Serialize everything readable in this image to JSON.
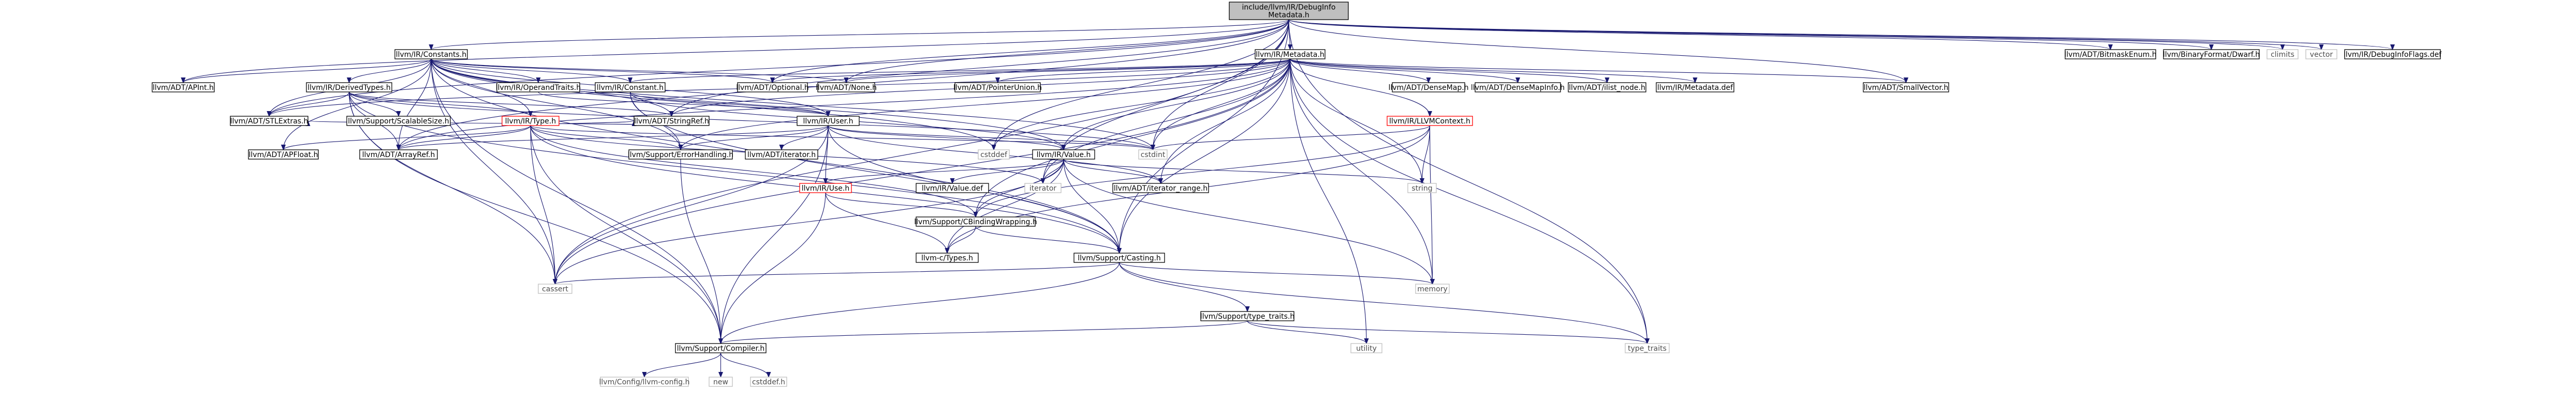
{
  "diagram": {
    "root": "include/llvm/IR/DebugInfoMetadata.h",
    "nodes": [
      {
        "id": "root",
        "label": [
          "include/llvm/IR/DebugInfo",
          "Metadata.h"
        ],
        "style": "root"
      },
      {
        "id": "constants",
        "label": [
          "llvm/IR/Constants.h"
        ],
        "style": "normal"
      },
      {
        "id": "metadata",
        "label": [
          "llvm/IR/Metadata.h"
        ],
        "style": "normal"
      },
      {
        "id": "apint",
        "label": [
          "llvm/ADT/APInt.h"
        ],
        "style": "normal"
      },
      {
        "id": "derivedtypes",
        "label": [
          "llvm/IR/DerivedTypes.h"
        ],
        "style": "normal"
      },
      {
        "id": "operandtraits",
        "label": [
          "llvm/IR/OperandTraits.h"
        ],
        "style": "normal"
      },
      {
        "id": "constant",
        "label": [
          "llvm/IR/Constant.h"
        ],
        "style": "normal"
      },
      {
        "id": "optional",
        "label": [
          "llvm/ADT/Optional.h"
        ],
        "style": "normal"
      },
      {
        "id": "none",
        "label": [
          "llvm/ADT/None.h"
        ],
        "style": "normal"
      },
      {
        "id": "pointerunion",
        "label": [
          "llvm/ADT/PointerUnion.h"
        ],
        "style": "normal"
      },
      {
        "id": "densemap",
        "label": [
          "llvm/ADT/DenseMap.h"
        ],
        "style": "normal"
      },
      {
        "id": "densemapinfo",
        "label": [
          "llvm/ADT/DenseMapInfo.h"
        ],
        "style": "normal"
      },
      {
        "id": "ilist",
        "label": [
          "llvm/ADT/ilist_node.h"
        ],
        "style": "normal"
      },
      {
        "id": "metadatadef",
        "label": [
          "llvm/IR/Metadata.def"
        ],
        "style": "normal"
      },
      {
        "id": "smallvector",
        "label": [
          "llvm/ADT/SmallVector.h"
        ],
        "style": "normal"
      },
      {
        "id": "bitmask",
        "label": [
          "llvm/ADT/BitmaskEnum.h"
        ],
        "style": "normal"
      },
      {
        "id": "dwarf",
        "label": [
          "llvm/BinaryFormat/Dwarf.h"
        ],
        "style": "normal"
      },
      {
        "id": "climits",
        "label": [
          "climits"
        ],
        "style": "std"
      },
      {
        "id": "vector",
        "label": [
          "vector"
        ],
        "style": "std"
      },
      {
        "id": "diflags",
        "label": [
          "llvm/IR/DebugInfoFlags.def"
        ],
        "style": "normal"
      },
      {
        "id": "stlextras",
        "label": [
          "llvm/ADT/STLExtras.h"
        ],
        "style": "normal"
      },
      {
        "id": "scalable",
        "label": [
          "llvm/Support/ScalableSize.h"
        ],
        "style": "normal"
      },
      {
        "id": "stringref",
        "label": [
          "llvm/ADT/StringRef.h"
        ],
        "style": "normal"
      },
      {
        "id": "irtype",
        "label": [
          "llvm/IR/Type.h"
        ],
        "style": "red"
      },
      {
        "id": "user",
        "label": [
          "llvm/IR/User.h"
        ],
        "style": "normal"
      },
      {
        "id": "llvmcontext",
        "label": [
          "llvm/IR/LLVMContext.h"
        ],
        "style": "red"
      },
      {
        "id": "cstdint",
        "label": [
          "cstdint"
        ],
        "style": "std"
      },
      {
        "id": "apfloat",
        "label": [
          "llvm/ADT/APFloat.h"
        ],
        "style": "normal"
      },
      {
        "id": "arrayref",
        "label": [
          "llvm/ADT/ArrayRef.h"
        ],
        "style": "normal"
      },
      {
        "id": "errorhandling",
        "label": [
          "llvm/Support/ErrorHandling.h"
        ],
        "style": "normal"
      },
      {
        "id": "iteratorh",
        "label": [
          "llvm/ADT/iterator.h"
        ],
        "style": "normal"
      },
      {
        "id": "cstddef",
        "label": [
          "cstddef"
        ],
        "style": "std"
      },
      {
        "id": "value",
        "label": [
          "llvm/IR/Value.h"
        ],
        "style": "normal"
      },
      {
        "id": "string",
        "label": [
          "string"
        ],
        "style": "std"
      },
      {
        "id": "use",
        "label": [
          "llvm/IR/Use.h"
        ],
        "style": "red"
      },
      {
        "id": "valuedef",
        "label": [
          "llvm/IR/Value.def"
        ],
        "style": "normal"
      },
      {
        "id": "iterator",
        "label": [
          "iterator"
        ],
        "style": "std"
      },
      {
        "id": "iterrange",
        "label": [
          "llvm/ADT/iterator_range.h"
        ],
        "style": "normal"
      },
      {
        "id": "cbinding",
        "label": [
          "llvm/Support/CBindingWrapping.h"
        ],
        "style": "normal"
      },
      {
        "id": "ctypes",
        "label": [
          "llvm-c/Types.h"
        ],
        "style": "normal"
      },
      {
        "id": "casting",
        "label": [
          "llvm/Support/Casting.h"
        ],
        "style": "normal"
      },
      {
        "id": "memory",
        "label": [
          "memory"
        ],
        "style": "std"
      },
      {
        "id": "cassert",
        "label": [
          "cassert"
        ],
        "style": "std"
      },
      {
        "id": "typetraitsh",
        "label": [
          "llvm/Support/type_traits.h"
        ],
        "style": "normal"
      },
      {
        "id": "compiler",
        "label": [
          "llvm/Support/Compiler.h"
        ],
        "style": "normal"
      },
      {
        "id": "utility",
        "label": [
          "utility"
        ],
        "style": "std"
      },
      {
        "id": "typetraits",
        "label": [
          "type_traits"
        ],
        "style": "std"
      },
      {
        "id": "config",
        "label": [
          "llvm/Config/llvm-config.h"
        ],
        "style": "std"
      },
      {
        "id": "new",
        "label": [
          "new"
        ],
        "style": "std"
      },
      {
        "id": "cstddefh",
        "label": [
          "cstddef.h"
        ],
        "style": "std"
      }
    ]
  },
  "colors": {
    "edge": "#191970",
    "root_fill": "#bfbfbf",
    "box_border": "#000000",
    "std_border": "#bfbfbf",
    "highlight_border": "#ff0000"
  }
}
